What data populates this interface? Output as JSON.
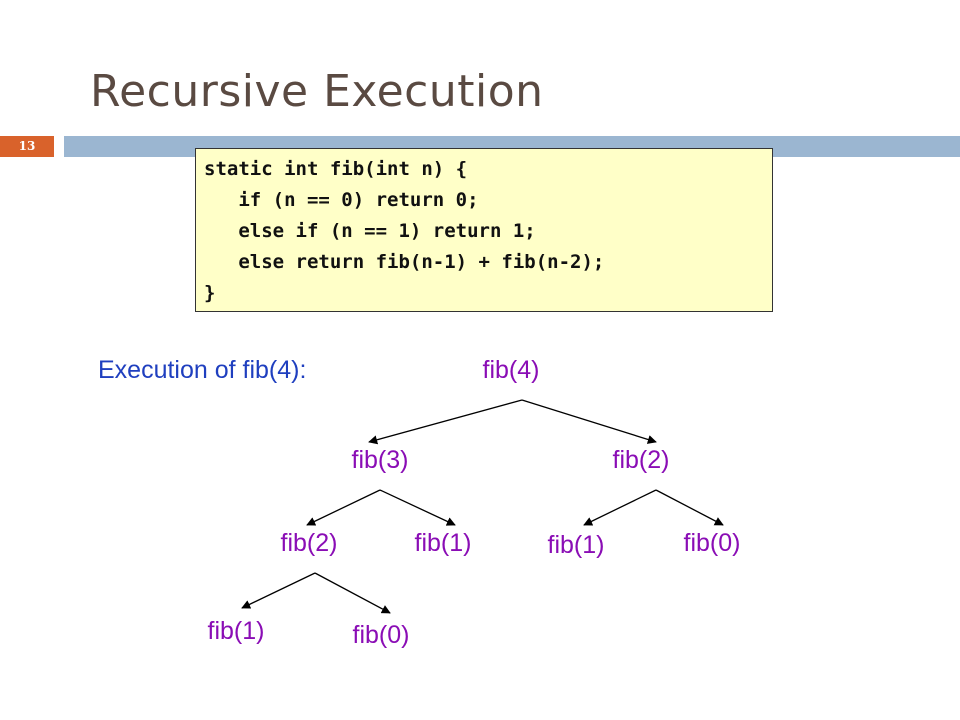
{
  "slide": {
    "title": "Recursive Execution",
    "number": "13"
  },
  "code": {
    "lines": [
      "static int fib(int n) {",
      "   if (n == 0) return 0;",
      "   else if (n == 1) return 1;",
      "   else return fib(n-1) + fib(n-2);",
      "}"
    ]
  },
  "execution": {
    "label": "Execution of fib(4):",
    "tree": {
      "root": "fib(4)",
      "level1": [
        "fib(3)",
        "fib(2)"
      ],
      "level2": [
        "fib(2)",
        "fib(1)",
        "fib(1)",
        "fib(0)"
      ],
      "level3": [
        "fib(1)",
        "fib(0)"
      ]
    }
  },
  "colors": {
    "title": "#5a4a42",
    "accent_bar": "#9bb6d1",
    "slide_number_bg": "#d9622b",
    "code_bg": "#ffffc8",
    "label": "#1f3fbf",
    "node": "#8a0db5"
  }
}
